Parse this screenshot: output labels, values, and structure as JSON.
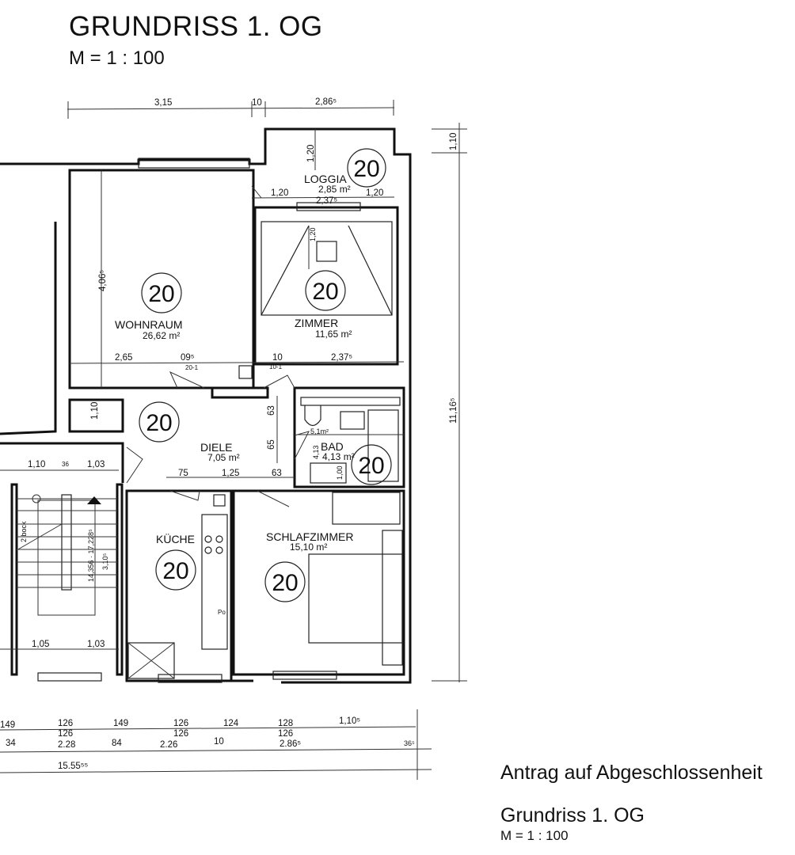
{
  "header": {
    "title": "GRUNDRISS 1. OG",
    "scale": "M = 1 : 100"
  },
  "footer": {
    "line1": "Antrag auf Abgeschlossenheit",
    "line2": "Grundriss 1. OG",
    "line3": "M = 1 : 100"
  },
  "unit_number": "20",
  "rooms": [
    {
      "name": "WOHNRAUM",
      "area": "26,62 m²"
    },
    {
      "name": "ZIMMER",
      "area": "11,65 m²"
    },
    {
      "name": "LOGGIA",
      "area": "2,85 m²"
    },
    {
      "name": "DIELE",
      "area": "7,05 m²"
    },
    {
      "name": "BAD",
      "area": "4,13 m²"
    },
    {
      "name": "KÜCHE",
      "area": ""
    },
    {
      "name": "SCHLAFZIMMER",
      "area": "15,10 m²"
    }
  ],
  "dimensions": {
    "top": [
      "3,15",
      "10",
      "2,86⁵"
    ],
    "loggia": [
      "1,20",
      "1,20",
      "2,37⁵",
      "1,20",
      "1,10"
    ],
    "wohnraum_height": "4,06⁵",
    "zimmer_h": "1,20",
    "mid": [
      "2,65",
      "09⁵",
      "20-1",
      "10",
      "10-1",
      "2,37⁵"
    ],
    "diele": [
      "1,10",
      "63",
      "65",
      "75",
      "1,25",
      "63"
    ],
    "bad": [
      "5,1m²",
      "4,13",
      "1,00"
    ],
    "total_height": "11,16⁵",
    "stair": [
      "1,10",
      "36",
      "1,03",
      "2 bock",
      "14,356 · 17,228⁵",
      "3,10⁵",
      "1,05",
      "1,03"
    ],
    "bottom_row1": [
      "149",
      "126",
      "126",
      "149",
      "126",
      "126",
      "124",
      "128",
      "126",
      "1,10⁵"
    ],
    "bottom_row2": [
      "34",
      "2.28",
      "84",
      "2.26",
      "10",
      "2.86⁵",
      "36⁵"
    ],
    "bottom_total": "15.55⁵⁵"
  },
  "fixtures": {
    "stove": "Po"
  }
}
